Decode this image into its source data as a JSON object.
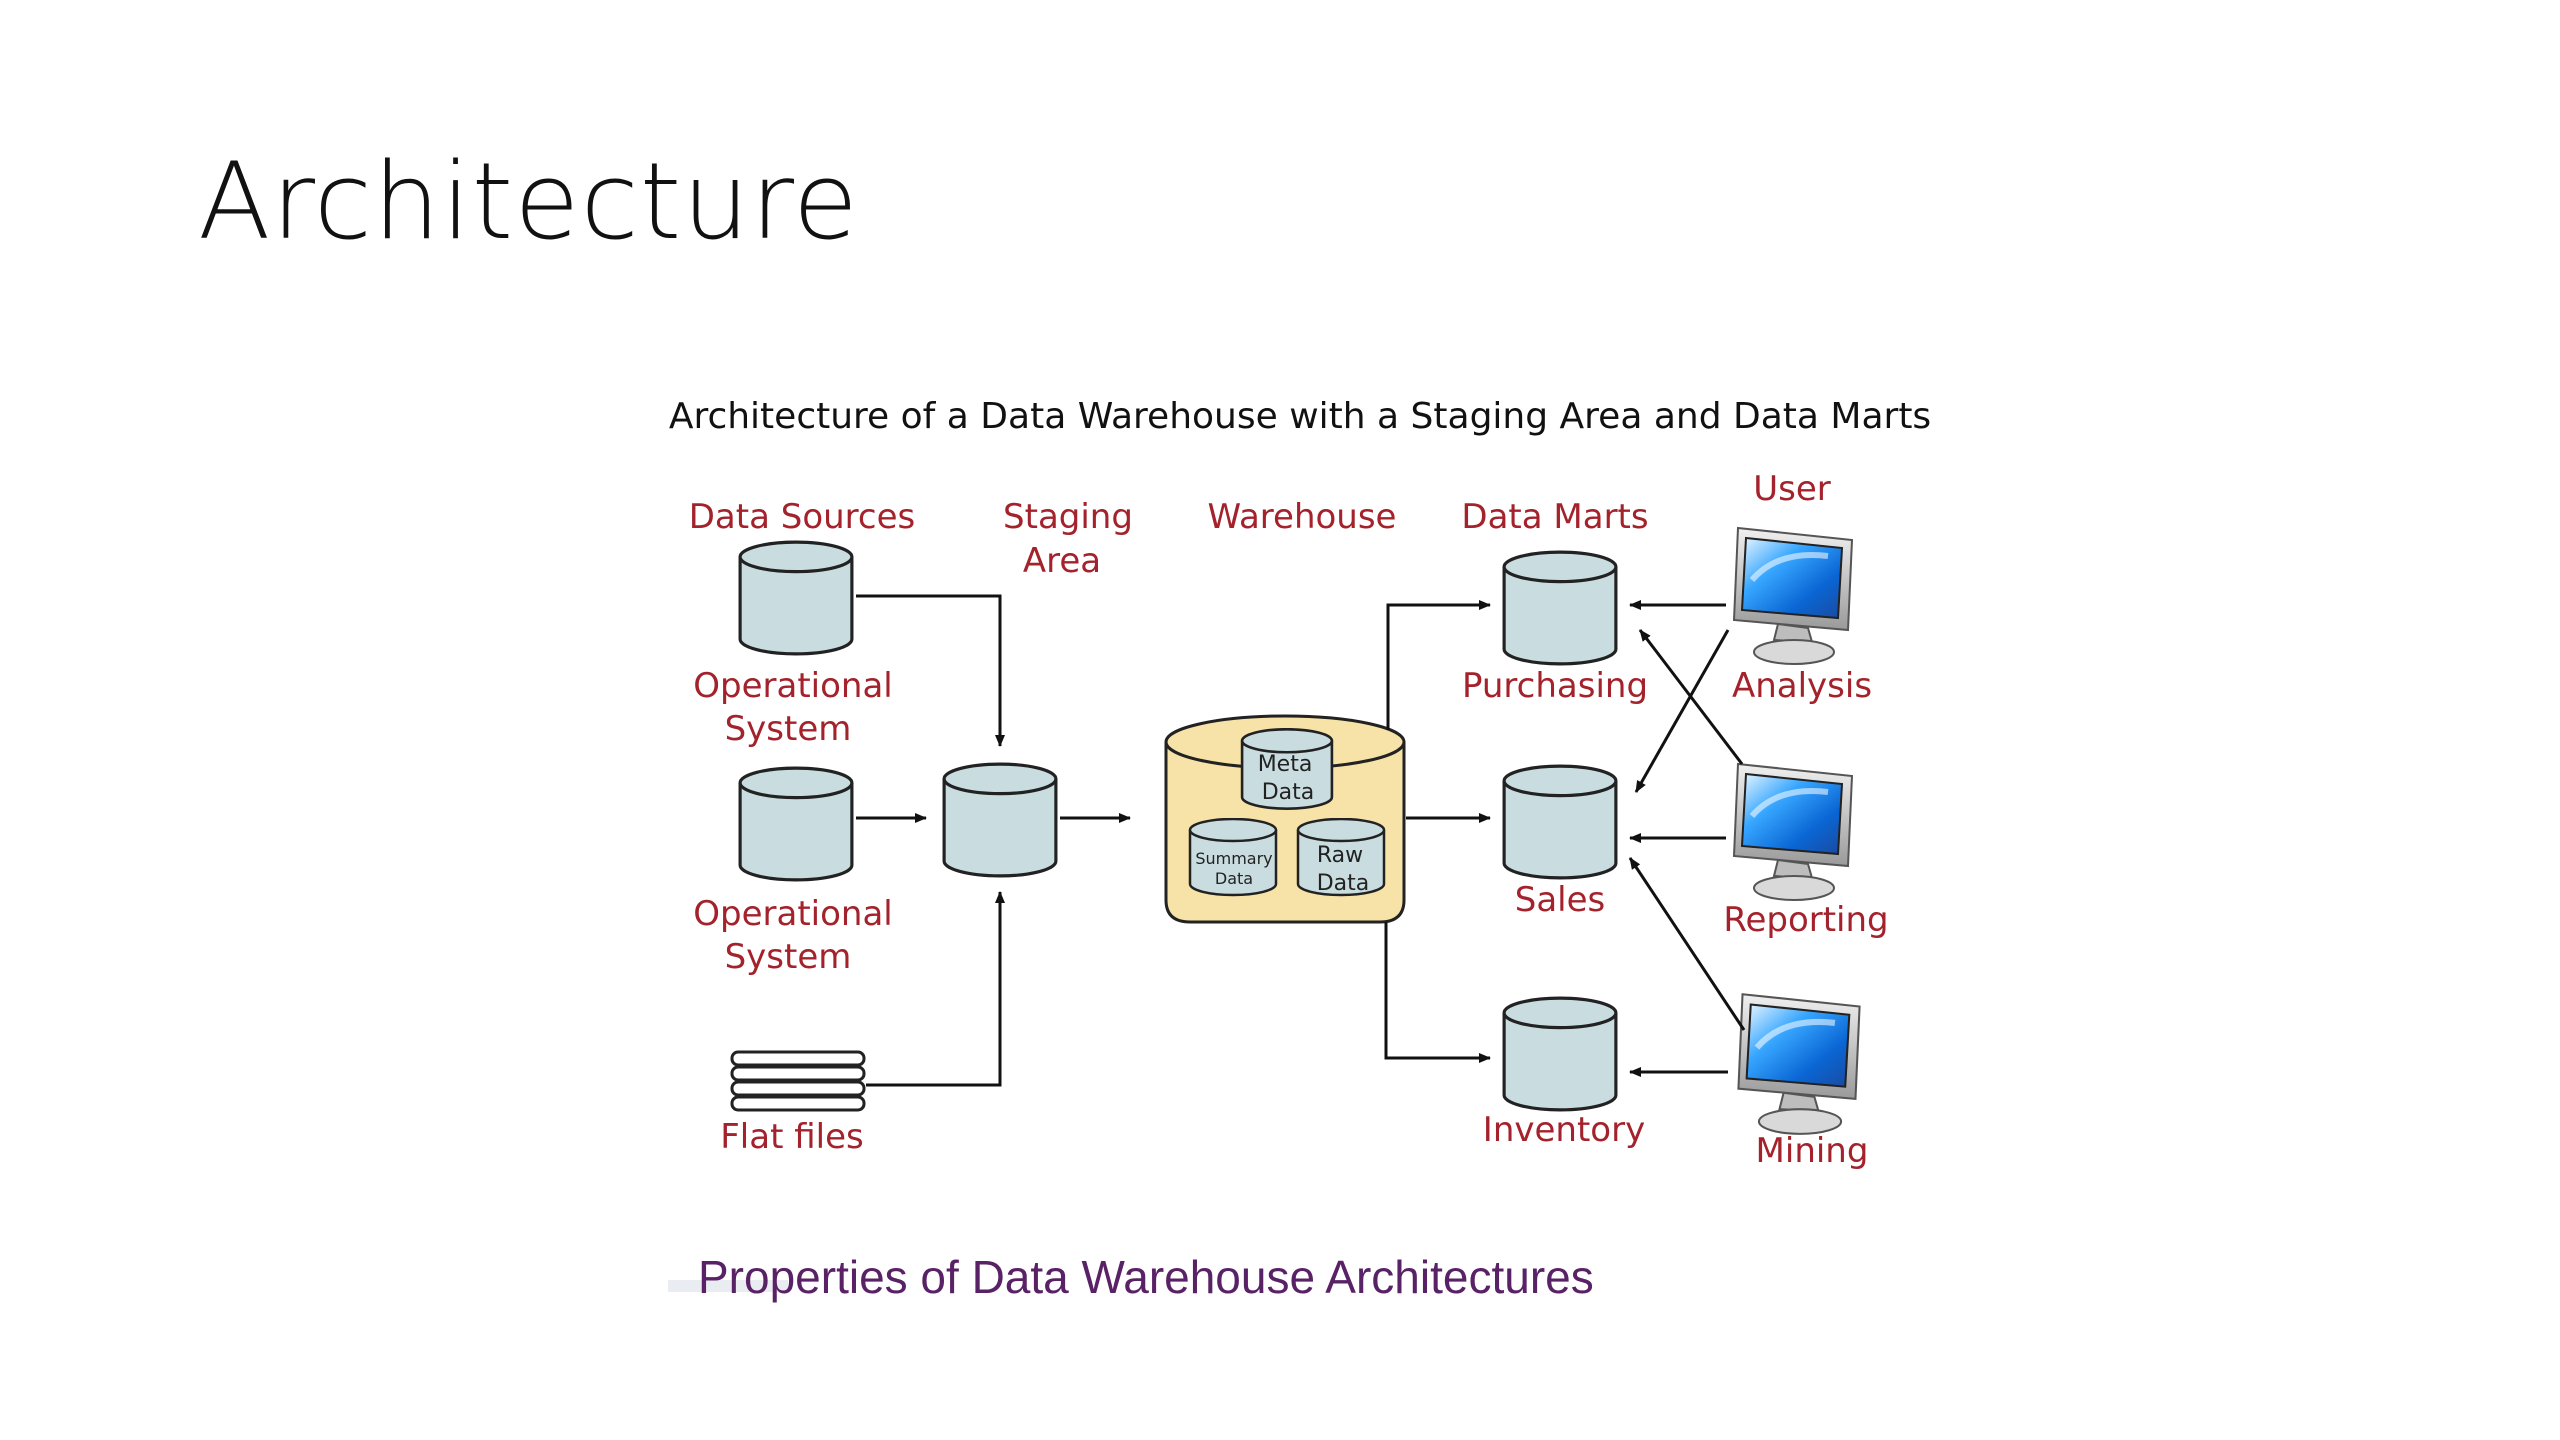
{
  "slide": {
    "title": "Architecture",
    "footer_link": "Properties of Data Warehouse Architectures"
  },
  "diagram": {
    "caption": "Architecture of a Data Warehouse with a Staging Area and Data Marts",
    "headers": {
      "data_sources": "Data Sources",
      "staging_line1": "Staging",
      "staging_line2": "Area",
      "warehouse": "Warehouse",
      "data_marts": "Data Marts",
      "user": "User"
    },
    "sources": {
      "op1_line1": "Operational",
      "op1_line2": "System",
      "op2_line1": "Operational",
      "op2_line2": "System",
      "flat_files": "Flat files"
    },
    "warehouse_parts": {
      "meta_line1": "Meta",
      "meta_line2": "Data",
      "summary_line1": "Summary",
      "summary_line2": "Data",
      "raw_line1": "Raw",
      "raw_line2": "Data"
    },
    "marts": {
      "purchasing": "Purchasing",
      "sales": "Sales",
      "inventory": "Inventory"
    },
    "users": {
      "analysis": "Analysis",
      "reporting": "Reporting",
      "mining": "Mining"
    },
    "colors": {
      "cylinder_fill": "#c9dde0",
      "warehouse_fill": "#f7e3a8",
      "label_red": "#a3222b",
      "link_purple": "#5a2266"
    }
  }
}
